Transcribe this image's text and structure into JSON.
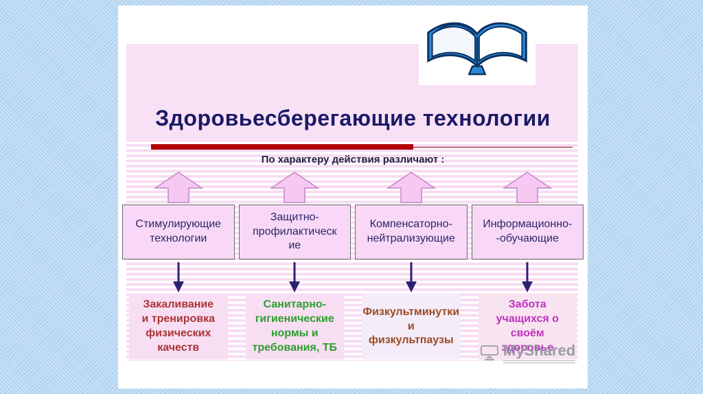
{
  "slide": {
    "title": "Здоровьесберегающие технологии",
    "subtitle": "По характеру действия различают :",
    "watermark": "MyShared",
    "colors": {
      "title": "#1b1a66",
      "rule": "#b20000",
      "up_arrow_fill": "#f6c9f2",
      "up_arrow_stroke": "#c484c4",
      "down_arrow": "#2b2171",
      "top_box_bg": "#f8d8f6",
      "top_box_text": "#2a2668"
    },
    "columns": [
      {
        "top_label": [
          "Стимулирующие",
          "технологии"
        ],
        "bottom_label": [
          "Закаливание",
          "и тренировка",
          "физических",
          "качеств"
        ],
        "bottom_text_color": "#a93434",
        "bottom_bg": "#f8def3"
      },
      {
        "top_label": [
          "Защитно-",
          "профилактическ",
          "ие"
        ],
        "bottom_label": [
          "Санитарно-",
          "гигиенические",
          "нормы и",
          "требования, ТБ"
        ],
        "bottom_text_color": "#2c9e2c",
        "bottom_bg": "#f8def3"
      },
      {
        "top_label": [
          "Компенсаторно-",
          "нейтрализующие"
        ],
        "bottom_label": [
          "Физкультминутки",
          "и",
          "физкультпаузы"
        ],
        "bottom_text_color": "#9c4a22",
        "bottom_bg": "#f4ecf9"
      },
      {
        "top_label": [
          "Информационно-",
          "-обучающие"
        ],
        "bottom_label": [
          "Забота",
          "учащихся о",
          "своём",
          "здоровье"
        ],
        "bottom_text_color": "#bf30bf",
        "bottom_bg": "#f8e4f1"
      }
    ]
  }
}
